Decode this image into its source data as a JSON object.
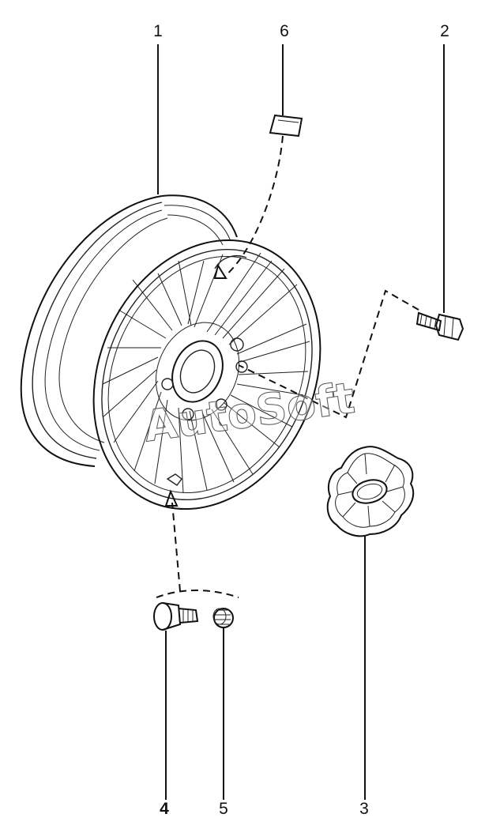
{
  "callouts": {
    "c1": "1",
    "c2": "2",
    "c3": "3",
    "c4": "4",
    "c5": "5",
    "c6": "6"
  },
  "watermark": "AutoSoft",
  "colors": {
    "ink": "#111111",
    "background": "#ffffff"
  }
}
